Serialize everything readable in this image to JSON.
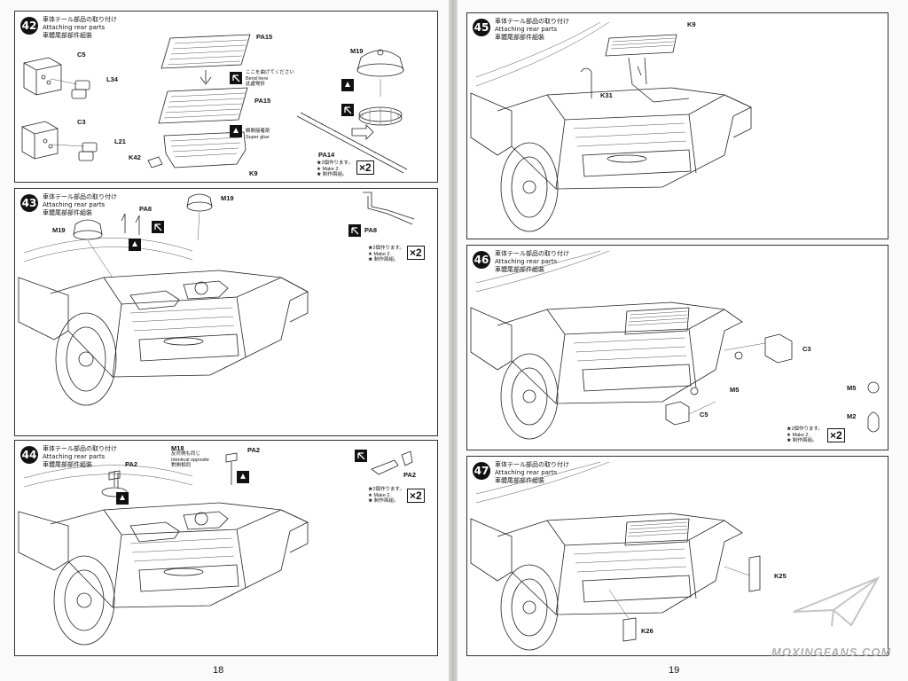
{
  "common": {
    "title_jp": "車体テール部品の取り付け",
    "title_en": "Attaching rear parts",
    "title_cn": "車體尾部部件組裝",
    "make2_jp": "★2個作ります。",
    "make2_en": "★ Make 2.",
    "make2_cn": "★ 制作兩組。",
    "x2": "×2"
  },
  "steps": {
    "s42": {
      "number": "42",
      "labels": {
        "c5": "C5",
        "l34": "L34",
        "c3": "C3",
        "l21": "L21",
        "pa15a": "PA15",
        "pa15b": "PA15",
        "k42": "K42",
        "k9": "K9",
        "m19": "M19",
        "pa14": "PA14"
      },
      "bend_jp": "ここを曲げてください",
      "bend_en": "Bend here",
      "bend_cn": "此處彎折",
      "glue_jp": "瞬間接着剤",
      "glue_en": "Super glue"
    },
    "s43": {
      "number": "43",
      "labels": {
        "pa8": "PA8",
        "m19a": "M19",
        "m19b": "M19",
        "pa8b": "PA8"
      }
    },
    "s44": {
      "number": "44",
      "labels": {
        "pa2a": "PA2",
        "m18": "M18",
        "pa2b": "PA2",
        "pa2c": "PA2"
      },
      "opp_jp": "反対側も同じ",
      "opp_en": "Identical opposite",
      "opp_cn": "對側相同"
    },
    "s45": {
      "number": "45",
      "labels": {
        "k9": "K9",
        "k31": "K31"
      }
    },
    "s46": {
      "number": "46",
      "labels": {
        "c3": "C3",
        "m5a": "M5",
        "c5": "C5",
        "m5b": "M5",
        "m2": "M2"
      }
    },
    "s47": {
      "number": "47",
      "labels": {
        "k25": "K25",
        "k26": "K26"
      }
    }
  },
  "pages": {
    "left": "18",
    "right": "19"
  },
  "watermark": "MOXINGFANS.COM"
}
